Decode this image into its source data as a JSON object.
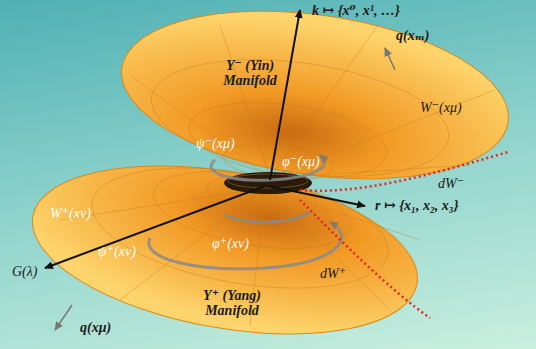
{
  "diagram": {
    "labels": [
      "k ↦ {x⁰, x¹, …}",
      "q(xₘ)",
      "Y⁻ (Yin) Manifold",
      "W⁻(xμ)",
      "ψ⁻(xμ)",
      "φ⁻(xμ)",
      "dW⁻",
      "W⁺(xν)",
      "ψ⁺(xν)",
      "φ⁺(xν)",
      "dW⁺",
      "r ↦ {x₁, x₂, x₃}",
      "G(λ)",
      "Y⁺ (Yang) Manifold",
      "q(xμ)"
    ]
  }
}
